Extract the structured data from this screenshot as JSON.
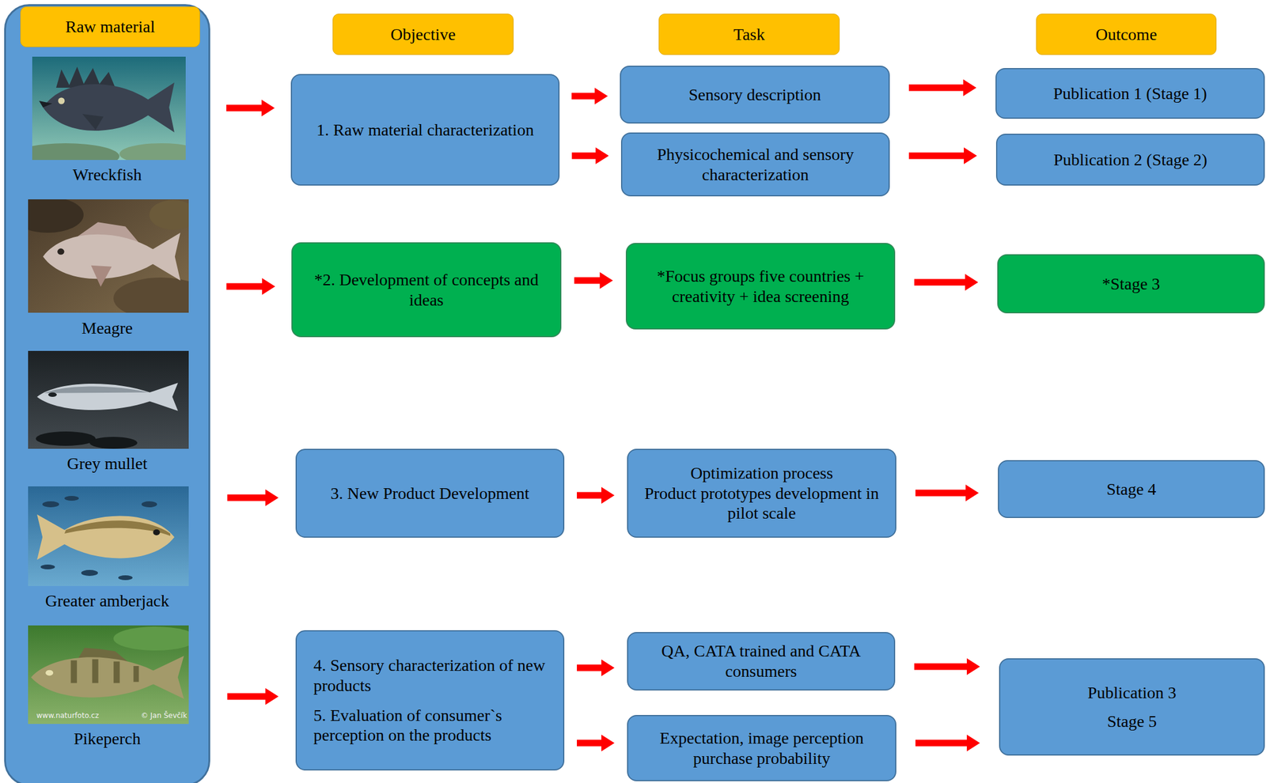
{
  "diagram": {
    "nodes": [
      {
        "text": [
          "Wreckfish",
          "Meagre",
          "Grey mullet",
          "Greater amberjack",
          "Pikeperch"
        ]
      },
      {
        "text": [
          "Raw material"
        ],
        "in": 0
      },
      {
        "text": [
          "Objective"
        ]
      },
      {
        "text": [
          "Task"
        ]
      },
      {
        "text": [
          "Outcome"
        ]
      },
      {
        "text": [
          "1. Raw material characterization"
        ]
      },
      {
        "text": [
          "Sensory description"
        ]
      },
      {
        "text": [
          "Physicochemical and sensory characterization"
        ]
      },
      {
        "text": [
          "Publication 1 (Stage 1)"
        ]
      },
      {
        "text": [
          "Publication 2 (Stage 2)"
        ]
      },
      {
        "text": [
          "*2. Development of concepts and ideas"
        ]
      },
      {
        "text": [
          "*Focus groups five countries + creativity + idea screening"
        ]
      },
      {
        "text": [
          "*Stage 3"
        ]
      },
      {
        "text": [
          "3. New Product Development"
        ]
      },
      {
        "text": [
          "Optimization process",
          "Product prototypes development in pilot scale"
        ]
      },
      {
        "text": [
          "Stage 4"
        ]
      },
      {
        "text": [
          "4. Sensory characterization of new products",
          "5. Evaluation of consumer`s perception on the products"
        ]
      },
      {
        "text": [
          "QA, CATA trained and CATA consumers"
        ]
      },
      {
        "text": [
          "Expectation, image perception purchase probability"
        ]
      },
      {
        "text": [
          "Publication 3",
          "Stage 5"
        ]
      }
    ],
    "edges": [
      {
        "from": 0,
        "to": 5,
        "arrow": "to"
      },
      {
        "from": 0,
        "to": 10,
        "arrow": "to"
      },
      {
        "from": 0,
        "to": 13,
        "arrow": "to"
      },
      {
        "from": 0,
        "to": 16,
        "arrow": "to"
      },
      {
        "from": 5,
        "to": 6,
        "arrow": "to"
      },
      {
        "from": 5,
        "to": 7,
        "arrow": "to"
      },
      {
        "from": 6,
        "to": 8,
        "arrow": "to"
      },
      {
        "from": 7,
        "to": 9,
        "arrow": "to"
      },
      {
        "from": 10,
        "to": 11,
        "arrow": "to"
      },
      {
        "from": 11,
        "to": 12,
        "arrow": "to"
      },
      {
        "from": 13,
        "to": 14,
        "arrow": "to"
      },
      {
        "from": 14,
        "to": 15,
        "arrow": "to"
      },
      {
        "from": 16,
        "to": 17,
        "arrow": "to"
      },
      {
        "from": 16,
        "to": 18,
        "arrow": "to"
      },
      {
        "from": 17,
        "to": 19,
        "arrow": "to"
      },
      {
        "from": 18,
        "to": 19,
        "arrow": "to"
      }
    ],
    "labels": [
      "www.naturfoto.cz",
      "© Jan Ševčík"
    ]
  }
}
